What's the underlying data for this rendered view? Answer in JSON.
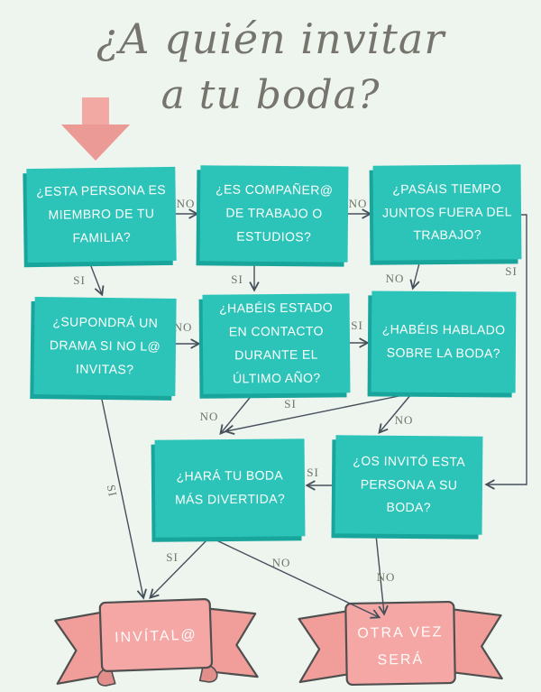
{
  "title": {
    "line1": "¿A quién invitar",
    "line2": "a tu boda?"
  },
  "nodes": [
    {
      "id": "miembro-familia",
      "text": "¿ESTA PERSONA ES MIEMBRO DE TU FAMILIA?"
    },
    {
      "id": "companero-trabajo",
      "text": "¿ES COMPAÑER@ DE TRABAJO O ESTUDIOS?"
    },
    {
      "id": "tiempo-juntos",
      "text": "¿PASÁIS TIEMPO JUNTOS FUERA DEL TRABAJO?"
    },
    {
      "id": "supondra-drama",
      "text": "¿SUPONDRÁ UN DRAMA SI NO L@ INVITAS?"
    },
    {
      "id": "contacto-ultimo-ano",
      "text": "¿HABÉIS ESTADO EN CONTACTO DURANTE EL ÚLTIMO AÑO?"
    },
    {
      "id": "hablado-boda",
      "text": "¿HABÉIS HABLADO SOBRE LA BODA?"
    },
    {
      "id": "boda-divertida",
      "text": "¿HARÁ TU BODA MÁS DIVERTIDA?"
    },
    {
      "id": "invito-su-boda",
      "text": "¿OS INVITÓ ESTA PERSONA A SU BODA?"
    }
  ],
  "edges": [
    {
      "from": "miembro-familia",
      "to": "companero-trabajo",
      "label": "NO"
    },
    {
      "from": "companero-trabajo",
      "to": "tiempo-juntos",
      "label": "NO"
    },
    {
      "from": "miembro-familia",
      "to": "supondra-drama",
      "label": "SI"
    },
    {
      "from": "companero-trabajo",
      "to": "contacto-ultimo-ano",
      "label": "SI"
    },
    {
      "from": "tiempo-juntos",
      "to": "hablado-boda",
      "label": "NO"
    },
    {
      "from": "tiempo-juntos",
      "to": "invito-su-boda",
      "label": "SI"
    },
    {
      "from": "supondra-drama",
      "to": "contacto-ultimo-ano",
      "label": "NO"
    },
    {
      "from": "contacto-ultimo-ano",
      "to": "hablado-boda",
      "label": "SI"
    },
    {
      "from": "contacto-ultimo-ano",
      "to": "boda-divertida",
      "label": "NO"
    },
    {
      "from": "hablado-boda",
      "to": "boda-divertida",
      "label": "SI"
    },
    {
      "from": "hablado-boda",
      "to": "invito-su-boda",
      "label": "NO"
    },
    {
      "from": "invito-su-boda",
      "to": "boda-divertida",
      "label": "SI"
    },
    {
      "from": "supondra-drama",
      "to": "invitalo",
      "label": "SI"
    },
    {
      "from": "boda-divertida",
      "to": "invitalo",
      "label": "SI"
    },
    {
      "from": "boda-divertida",
      "to": "otra-vez-sera",
      "label": "NO"
    },
    {
      "from": "invito-su-boda",
      "to": "otra-vez-sera",
      "label": "NO"
    }
  ],
  "banners": {
    "invite": {
      "label": "INVÍTAL@"
    },
    "otra": {
      "line1": "OTRA VEZ",
      "line2": "SERÁ"
    }
  },
  "colors": {
    "teal": "#2cc4b8",
    "teal_shadow": "#18a59c",
    "pink": "#f4a7a4",
    "pink_flag": "#f19e9a",
    "background": "#eef4ee",
    "line": "#45505a",
    "label_text": "#6b7568",
    "title_text": "#75756d",
    "banner_outline": "#4f4f4f",
    "box_text": "#ffffff"
  }
}
